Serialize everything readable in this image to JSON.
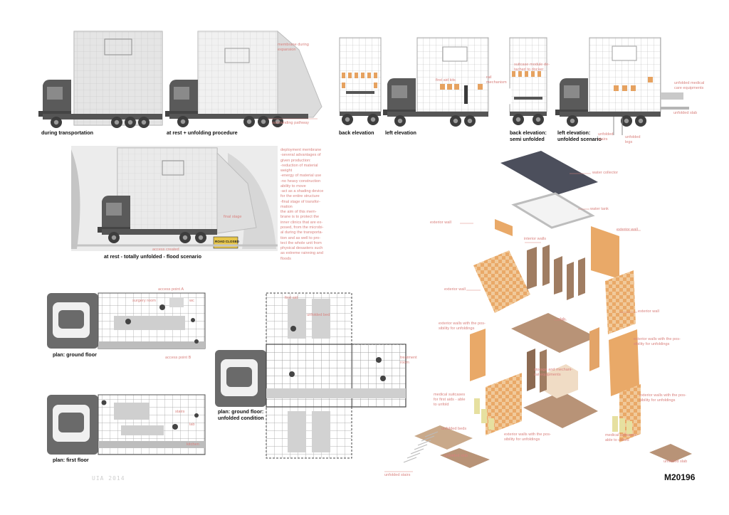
{
  "captions": {
    "during_transport": "during transportation",
    "at_rest_unfolding": "at rest + unfolding procedure",
    "back_elevation": "back elevation",
    "left_elevation": "left elevation",
    "back_elevation_semi": "back elevation:\nsemi unfolded",
    "left_elevation_unfolded": "left elevation:\nunfolded scenario",
    "flood_scenario": "at rest - totally unfolded - flood scenario",
    "plan_ground": "plan: ground floor",
    "plan_first": "plan: first floor",
    "plan_ground_unfolded": "plan: ground floor:\nunfolded condition"
  },
  "annotations": {
    "membrane_during": "membrane during\nexpansion",
    "surrounding_pathway": "surrounding pathway",
    "first_aid_kits": "first aid kits",
    "rail_mechanism": "rail\nmechanism",
    "suitcase_module": "suitcase module de-\ntached to docker",
    "unfolded_medical": "unfolded medical\ncare equipments",
    "unfolded_slab_top": "unfolded slab",
    "unfolded_stairs_top": "unfolded\nstairs",
    "unfolded_legs": "unfolded\nlegs",
    "final_stage": "final stage",
    "access_created": "access created",
    "road_closed": "ROAD CLOSED",
    "access_point_a": "access point A",
    "access_point_b": "access point B",
    "surgery_room": "surgery room",
    "wc": "wc",
    "stairs": "stairs",
    "lab": "lab",
    "kitchen": "kitchen",
    "first_aid": "first aid",
    "unfolded_bed": "unfolded bed",
    "treatment_room": "treatment\nroom",
    "water_collector": "water collector",
    "water_tank": "water tank",
    "exterior_wall_l": "exterior wall",
    "exterior_wall_r": "exterior wall",
    "interior_walls": "interior walls",
    "exterior_wall_l2": "exterior wall",
    "exterior_wall_r2": "exterior wall",
    "slab": "slab",
    "ext_unfold_l": "exterior walls with the pos-\nsibility for unfoldings",
    "ext_unfold_r": "exterior walls with the pos-\nsibility for unfoldings",
    "storage_mech": "storage and mechani-\ncal equipments",
    "medical_suitcases_l": "medical suitcases\nfor first aids - able\nto unfold",
    "ext_unfold_r2": "exterior walls with the pos-\nsibility for unfoldings",
    "unfolded_beds": "unfolded beds",
    "ext_unfold_c": "exterior walls with the pos-\nsibility for unfoldings",
    "medical_suitcases_r": "medical suitcases\nable to unfold",
    "unfolded_slab_l": "unfolded slab",
    "unfolded_slab_r": "unfolded slab",
    "unfolded_stairs": "unfolded stairs"
  },
  "deployment_text": [
    "deployment membrane",
    "-several advantages of",
    "given production:",
    "-reduction of material",
    "weight",
    "-energy of material use",
    "-no heavy construction",
    "ability to move",
    "-act as a shading device",
    "for the entire structure",
    "-final stage of transfor-",
    "mation",
    "the aim of this mem-",
    "brane is to protect the",
    "inner clinics that are ex-",
    "posed, from the microbi-",
    "al during the transporta-",
    "tion and as well to pro-",
    "tect the whole unit from",
    "physical desasters such",
    "as extreme rainning and",
    "floods"
  ],
  "watermark": "UIA 2014",
  "project_code": "M20196",
  "colors": {
    "annotation": "#d9827e",
    "orange_wall": "#e9a968",
    "wood": "#b89377",
    "dark_slab": "#4c4f5c",
    "truck": "#5c5c5c"
  }
}
